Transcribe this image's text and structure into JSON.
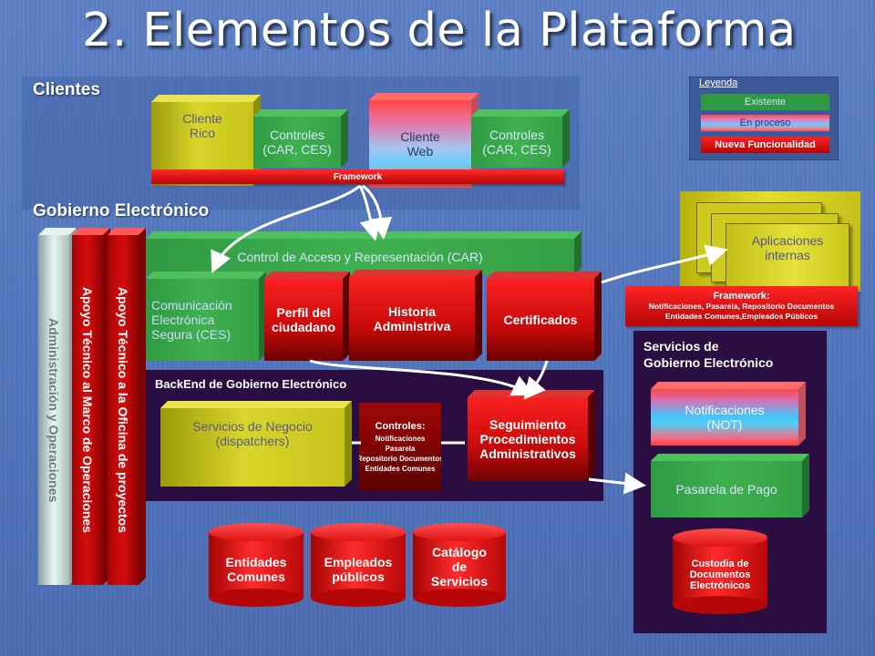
{
  "title": "2. Elementos de la Plataforma",
  "legend": {
    "title": "Leyenda",
    "existing": "Existente",
    "in_progress": "En proceso",
    "new": "Nueva Funcionalidad"
  },
  "clients": {
    "label": "Clientes",
    "cliente_rico": "Cliente\nRico",
    "controles_1": "Controles\n(CAR, CES)",
    "cliente_web": "Cliente\nWeb",
    "controles_2": "Controles\n(CAR, CES)",
    "framework": "Framework"
  },
  "gobierno": {
    "label": "Gobierno Electrónico",
    "car": "Control de Acceso y Representación (CAR)",
    "ces": "Comunicación\nElectrónica\nSegura (CES)",
    "perfil": "Perfil del\nciudadano",
    "historia": "Historia\nAdministriva",
    "certificados": "Certificados"
  },
  "vertical": {
    "admin": "Administración y Operaciones",
    "apoyo_marco": "Apoyo Técnico al Marco de Operaciones",
    "apoyo_oficina": "Apoyo Técnico a la Oficina de proyectos"
  },
  "backend": {
    "label": "BackEnd de Gobierno Electrónico",
    "negocio": "Servicios de Negocio\n(dispatchers)",
    "controles_title": "Controles:",
    "controles_items": "Notificaciones\nPasarela\nRepositorio Documentos\nEntidades Comunes",
    "seguimiento": "Seguimiento\nProcedimientos\nAdministrativos"
  },
  "databases": {
    "entidades": "Entidades\nComunes",
    "empleados": "Empleados\npúblicos",
    "catalogo": "Catálogo\nde\nServicios"
  },
  "internal": {
    "apps": "Aplicaciones\ninternas",
    "framework_title": "Framework:",
    "framework_items": "Notificaciones, Pasarela, Repositorio Documentos\nEntidades Comunes,Empleados Públicos"
  },
  "servicios": {
    "label": "Servicios de\nGobierno Electrónico",
    "notificaciones": "Notificaciones\n(NOT)",
    "pasarela": "Pasarela de Pago",
    "custodia": "Custodia de\nDocumentos\nElectrónicos"
  }
}
